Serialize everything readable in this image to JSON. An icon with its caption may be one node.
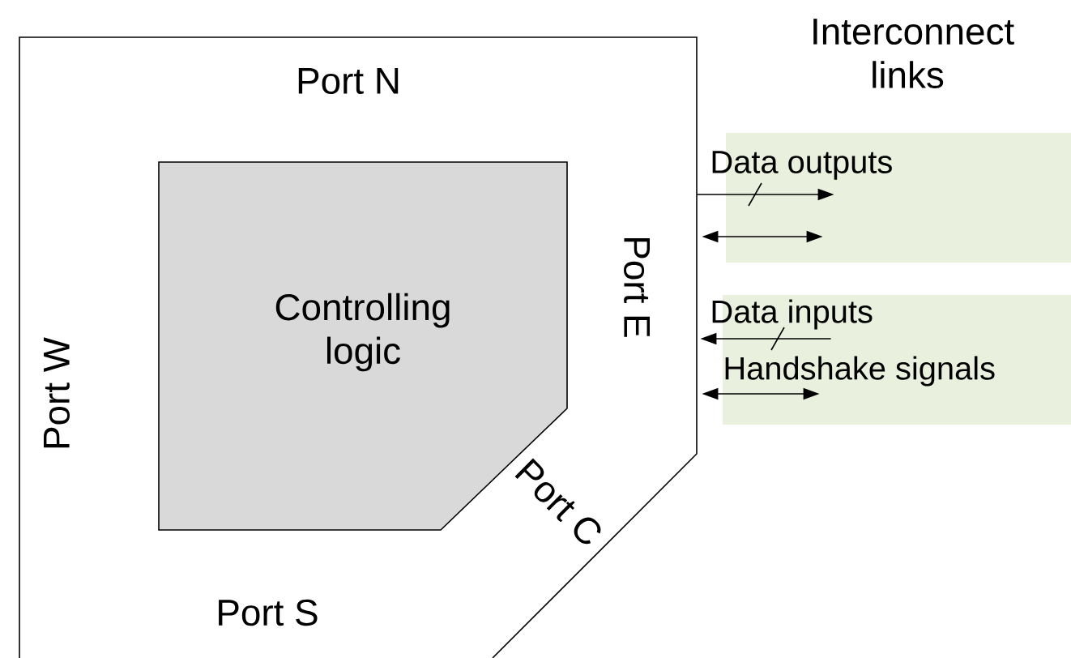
{
  "diagram": {
    "nodes": [
      {
        "text": [
          "Port N",
          "Port W",
          "Port E",
          "Port C",
          "Port S"
        ]
      },
      {
        "text": [
          "Controlling logic"
        ],
        "in": 0
      },
      {
        "text": [
          "Data outputs"
        ]
      },
      {
        "text": [
          "Data inputs",
          "Handshake signals"
        ]
      }
    ],
    "edges": [
      {
        "from": 0,
        "to": 2,
        "arrow": "to"
      },
      {
        "from": 0,
        "to": 2,
        "arrow": "both"
      },
      {
        "from": 3,
        "to": 0,
        "arrow": "to"
      },
      {
        "from": 0,
        "to": 3,
        "arrow": "both"
      }
    ],
    "labels": [
      "Interconnect links"
    ]
  }
}
